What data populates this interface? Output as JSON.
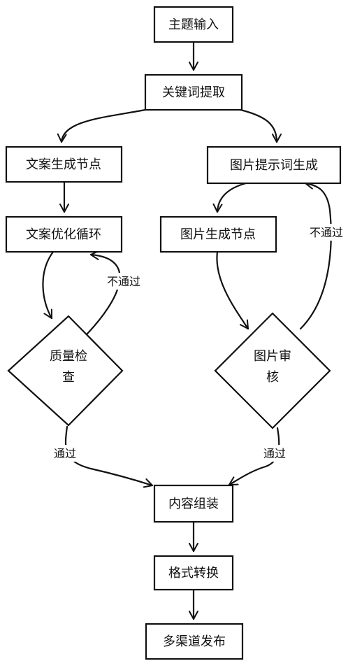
{
  "nodes": {
    "topic_input": "主题输入",
    "keyword_extraction": "关键词提取",
    "copy_generation_node": "文案生成节点",
    "image_prompt_generation": "图片提示词生成",
    "copy_optimization_loop": "文案优化循环",
    "image_generation_node": "图片生成节点",
    "quality_check_line1": "质量检",
    "quality_check_line2": "查",
    "image_review_line1": "图片审",
    "image_review_line2": "核",
    "content_assembly": "内容组装",
    "format_conversion": "格式转换",
    "multichannel_publish": "多渠道发布"
  },
  "edge_labels": {
    "quality_fail": "不通过",
    "image_fail": "不通过",
    "quality_pass": "通过",
    "image_pass": "通过"
  }
}
